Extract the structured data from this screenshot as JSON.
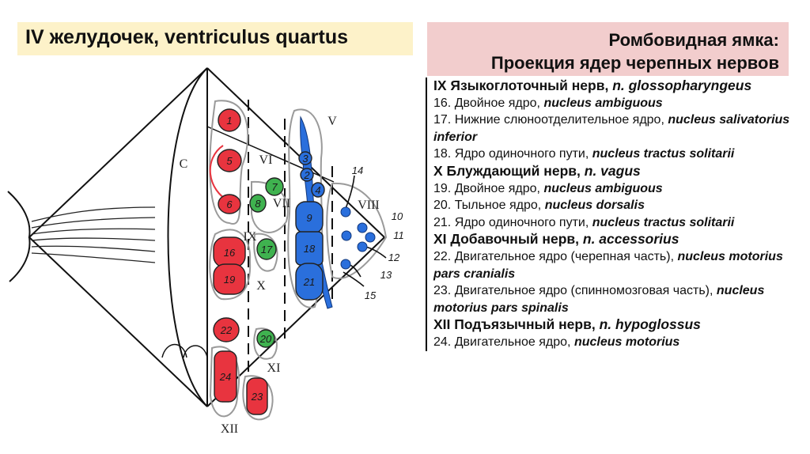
{
  "title": "IV желудочек, ventriculus quartus",
  "header": {
    "line1": "Ромбовидная ямка:",
    "line2": "Проекция ядер черепных нервов"
  },
  "list": [
    {
      "type": "nerve",
      "text": "IX Языкоглоточный нерв, ",
      "latin": "n. glossopharyngeus"
    },
    {
      "type": "nucleus",
      "text": "16. Двойное ядро, ",
      "latin": "nucleus ambiguous"
    },
    {
      "type": "nucleus",
      "text": "17. Нижние слюноотделительное ядро, ",
      "latin": "nucleus salivatorius inferior"
    },
    {
      "type": "nucleus",
      "text": "18. Ядро одиночного пути, ",
      "latin": "nucleus tractus solitarii"
    },
    {
      "type": "nerve",
      "text": "X Блуждающий нерв, ",
      "latin": "n. vagus"
    },
    {
      "type": "nucleus",
      "text": "19. Двойное ядро, ",
      "latin": "nucleus ambiguous"
    },
    {
      "type": "nucleus",
      "text": "20. Тыльное ядро, ",
      "latin": "nucleus dorsalis"
    },
    {
      "type": "nucleus",
      "text": "21. Ядро одиночного пути, ",
      "latin": "nucleus tractus solitarii"
    },
    {
      "type": "nerve",
      "text": "XI Добавочный нерв, ",
      "latin": "n. accessorius"
    },
    {
      "type": "nucleus",
      "text": "22. Двигательное ядро (черепная часть), ",
      "latin": "nucleus motorius pars cranialis"
    },
    {
      "type": "nucleus",
      "text": "23. Двигательное ядро (спинномозговая часть), ",
      "latin": "nucleus motorius pars spinalis"
    },
    {
      "type": "nerve",
      "text": "XII Подъязычный нерв, ",
      "latin": "n. hypoglossus"
    },
    {
      "type": "nucleus",
      "text": "24. Двигательное ядро, ",
      "latin": "nucleus motorius"
    }
  ],
  "diagram": {
    "colors": {
      "motor": "#e8343f",
      "parasympathetic": "#3fb24f",
      "sensory": "#2a6fdc"
    },
    "nuclei": [
      {
        "label": "1",
        "color": "motor"
      },
      {
        "label": "5",
        "color": "motor"
      },
      {
        "label": "6",
        "color": "motor"
      },
      {
        "label": "16",
        "color": "motor"
      },
      {
        "label": "19",
        "color": "motor"
      },
      {
        "label": "22",
        "color": "motor"
      },
      {
        "label": "24",
        "color": "motor"
      },
      {
        "label": "23",
        "color": "motor"
      },
      {
        "label": "7",
        "color": "parasympathetic"
      },
      {
        "label": "8",
        "color": "parasympathetic"
      },
      {
        "label": "17",
        "color": "parasympathetic"
      },
      {
        "label": "20",
        "color": "parasympathetic"
      },
      {
        "label": "3",
        "color": "sensory"
      },
      {
        "label": "2",
        "color": "sensory"
      },
      {
        "label": "4",
        "color": "sensory"
      },
      {
        "label": "9",
        "color": "sensory"
      },
      {
        "label": "18",
        "color": "sensory"
      },
      {
        "label": "21",
        "color": "sensory"
      }
    ],
    "roman_labels": [
      "V",
      "VI",
      "VII",
      "VIII",
      "IX",
      "X",
      "XI",
      "XII"
    ],
    "side_numbers": [
      "14",
      "10",
      "11",
      "12",
      "13",
      "15"
    ],
    "c_label": "C"
  }
}
